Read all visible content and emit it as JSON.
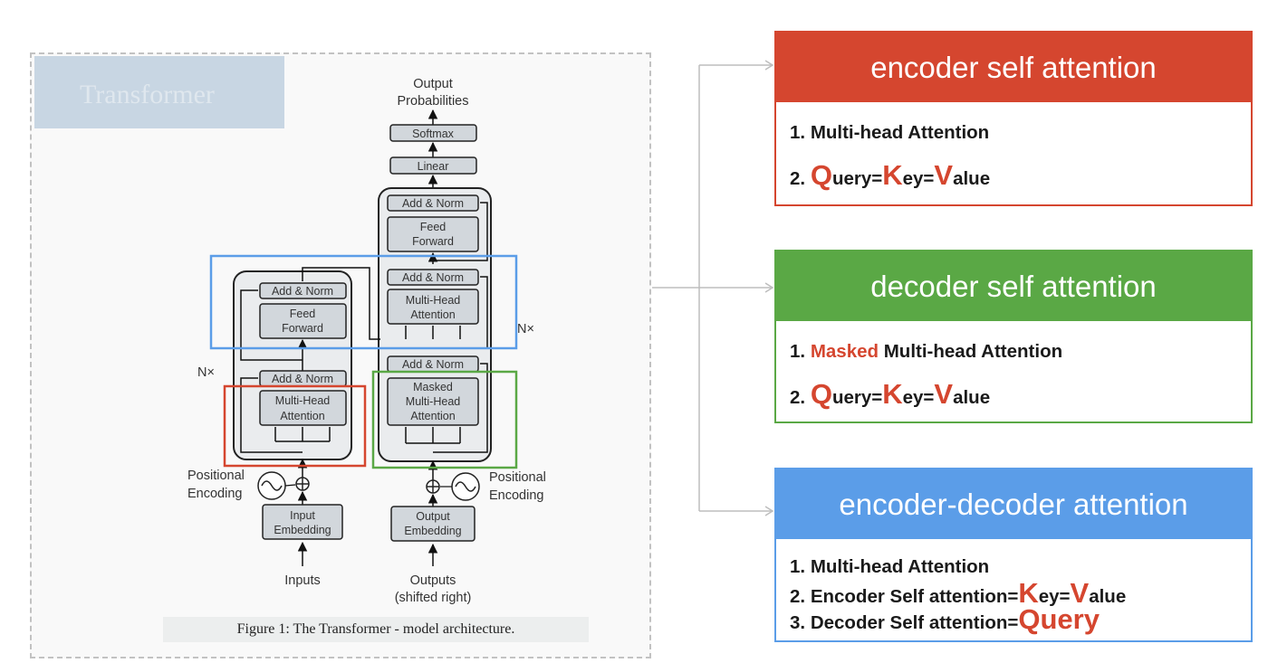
{
  "figure": {
    "caption": "Figure 1: The Transformer - model architecture.",
    "watermark": "Transformer",
    "output_probabilities": [
      "Output",
      "Probabilities"
    ],
    "softmax": "Softmax",
    "linear": "Linear",
    "add_norm": "Add & Norm",
    "feed_forward": [
      "Feed",
      "Forward"
    ],
    "multi_head_attention": [
      "Multi-Head",
      "Attention"
    ],
    "masked_multi_head_attention": [
      "Masked",
      "Multi-Head",
      "Attention"
    ],
    "nx": "N×",
    "positional_encoding": [
      "Positional",
      "Encoding"
    ],
    "input_embedding": [
      "Input",
      "Embedding"
    ],
    "output_embedding": [
      "Output",
      "Embedding"
    ],
    "inputs": "Inputs",
    "outputs": [
      "Outputs",
      "(shifted right)"
    ]
  },
  "colors": {
    "red": "#d5462f",
    "green": "#5aa845",
    "blue": "#5b9de8",
    "highlight_red": "#d5462f",
    "block_fill": "#eaecee",
    "sublayer_fill": "#d2d7dc"
  },
  "cards": [
    {
      "title": "encoder self attention",
      "lines": [
        {
          "num": "1.",
          "rest": "Multi-head Attention"
        },
        {
          "num": "2.",
          "q": "Q",
          "uery_k": "uery=",
          "k": "K",
          "ey_v": "ey=",
          "v": "V",
          "alue": "alue"
        }
      ]
    },
    {
      "title": "decoder self attention",
      "lines": [
        {
          "num": "1.",
          "masked": "Masked",
          "rest": "Multi-head Attention"
        },
        {
          "num": "2.",
          "q": "Q",
          "uery_k": "uery=",
          "k": "K",
          "ey_v": "ey=",
          "v": "V",
          "alue": "alue"
        }
      ]
    },
    {
      "title": "encoder-decoder attention",
      "lines": [
        {
          "num": "1.",
          "rest": "Multi-head Attention"
        },
        {
          "num": "2.",
          "pre": "Encoder Self attention=",
          "k": "K",
          "ey_v": "ey=",
          "v": "V",
          "alue": "alue"
        },
        {
          "num": "3.",
          "pre": "Decoder Self attention=",
          "query": "Query"
        }
      ]
    }
  ]
}
